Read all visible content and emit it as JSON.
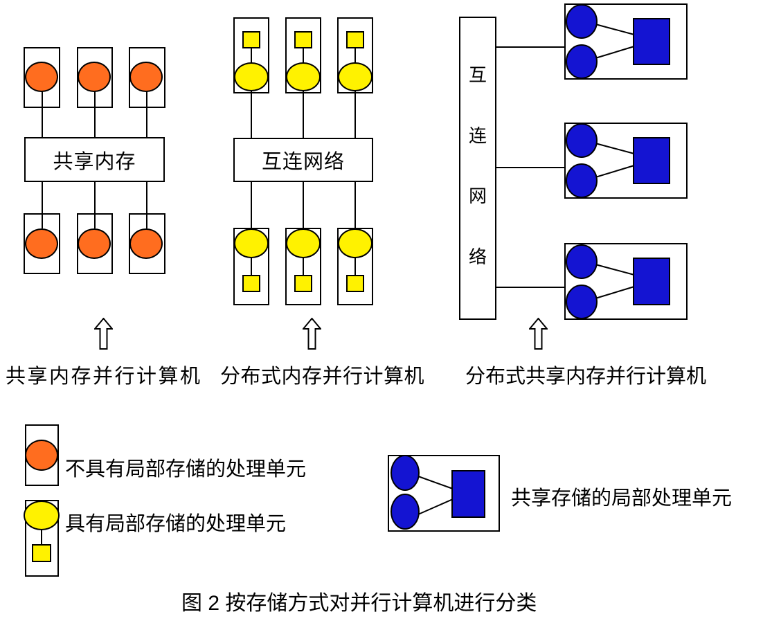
{
  "caption": "图 2 按存储方式对并行计算机进行分类",
  "colors": {
    "orange": "#FF6D1F",
    "yellow": "#FFF200",
    "blue": "#1414D2",
    "line": "#000000",
    "background": "#FFFFFF"
  },
  "sections": {
    "shared": {
      "hub": "共享内存",
      "label": "共享内存并行计算机"
    },
    "distributed": {
      "hub": "互连网络",
      "label": "分布式内存并行计算机"
    },
    "dsm": {
      "hub_chars": [
        "互",
        "连",
        "网",
        "络"
      ],
      "label": "分布式共享内存并行计算机"
    }
  },
  "legend": {
    "items": [
      {
        "symbol": "orange-ellipse-in-box",
        "label": "不具有局部存储的处理单元"
      },
      {
        "symbol": "yellow-ellipse-and-square-in-box",
        "label": "具有局部存储的处理单元"
      },
      {
        "symbol": "blue-circles-and-square-in-box",
        "label": "共享存储的局部处理单元"
      }
    ]
  }
}
